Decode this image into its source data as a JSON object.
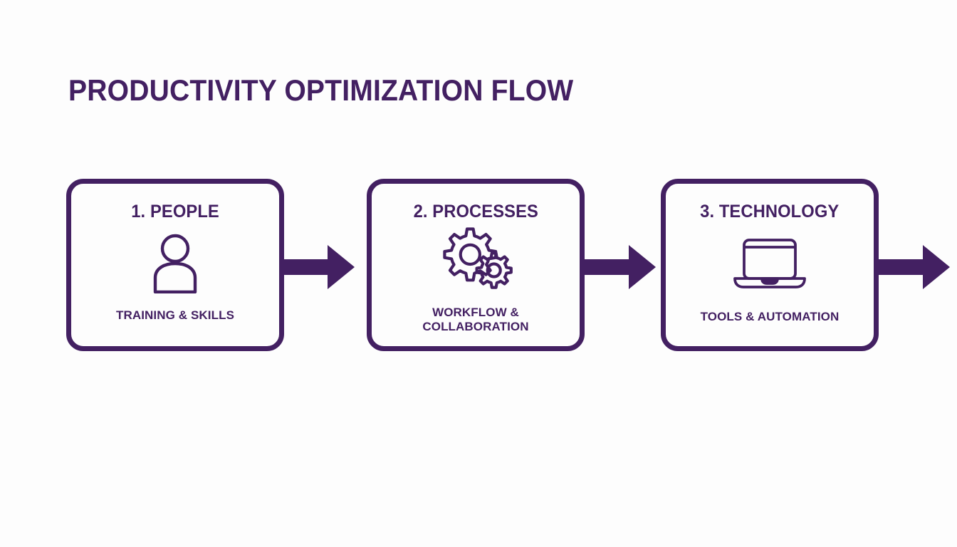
{
  "slide": {
    "title": "PRODUCTIVITY OPTIMIZATION FLOW",
    "background_color": "#fdfdfd",
    "accent_color": "#432062"
  },
  "flow": {
    "steps": [
      {
        "title": "1. PEOPLE",
        "caption": "TRAINING & SKILLS",
        "icon": "person-icon"
      },
      {
        "title": "2. PROCESSES",
        "caption_line1": "WORKFLOW &",
        "caption_line2": "COLLABORATION",
        "icon": "gears-icon"
      },
      {
        "title": "3. TECHNOLOGY",
        "caption": "TOOLS & AUTOMATION",
        "icon": "laptop-icon"
      }
    ],
    "connectors": [
      {
        "name": "arrow-right-icon"
      },
      {
        "name": "arrow-right-icon"
      },
      {
        "name": "arrow-right-icon"
      }
    ]
  }
}
